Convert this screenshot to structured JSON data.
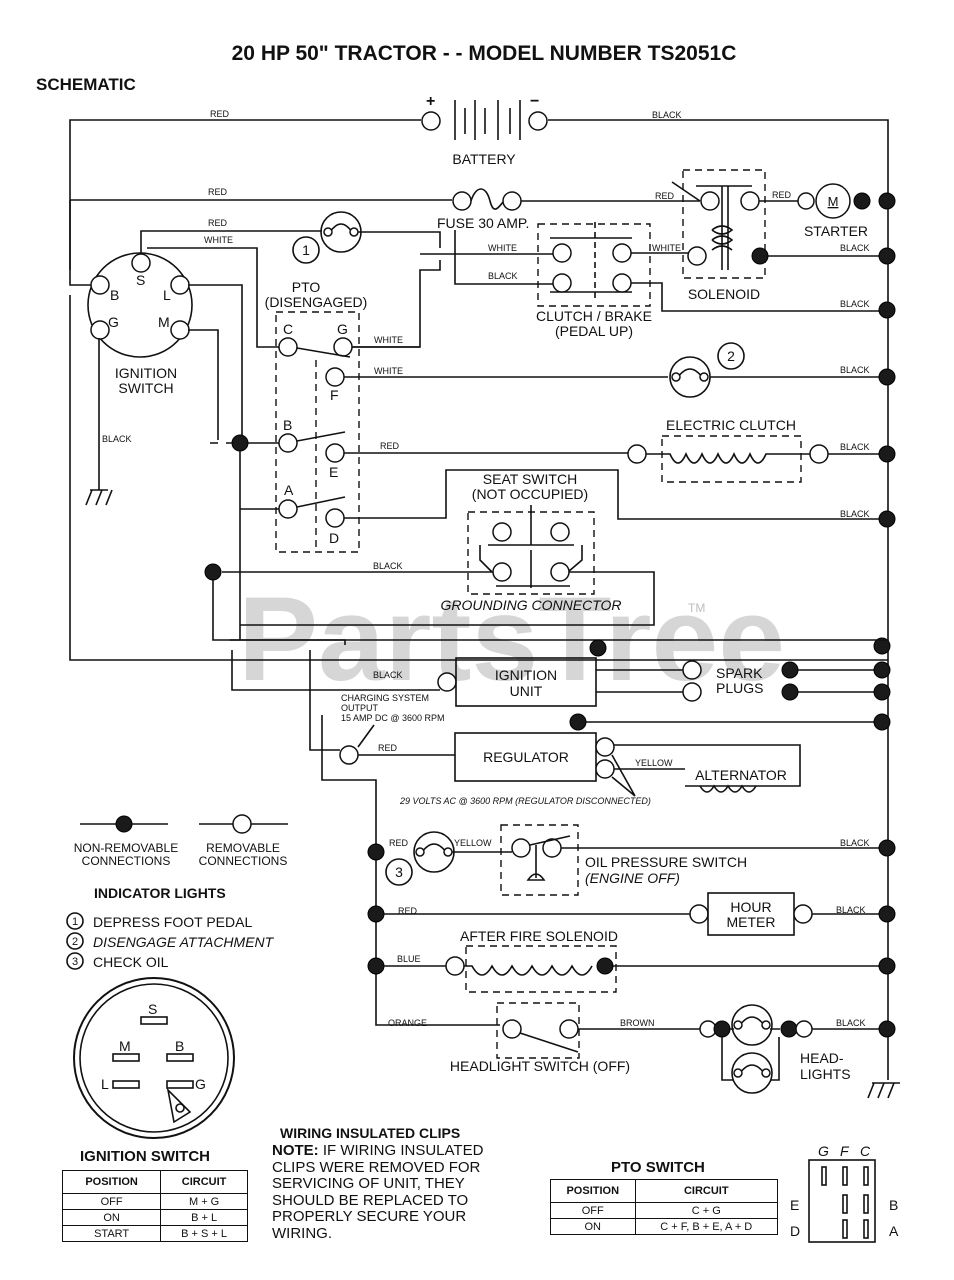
{
  "title": "20 HP 50\" TRACTOR - - MODEL NUMBER TS2051C",
  "subtitle": "SCHEMATIC",
  "watermark": "PartsTree",
  "watermark_tm": "TM",
  "battery": {
    "label": "BATTERY",
    "plus": "+",
    "minus": "−"
  },
  "wires": {
    "red": "RED",
    "black": "BLACK",
    "white": "WHITE",
    "yellow": "YELLOW",
    "blue": "BLUE",
    "orange": "ORANGE",
    "brown": "BROWN"
  },
  "components": {
    "fuse": "FUSE 30 AMP.",
    "solenoid": "SOLENOID",
    "starter": "STARTER",
    "starter_motor": "M",
    "clutch_brake": [
      "CLUTCH / BRAKE",
      "(PEDAL UP)"
    ],
    "ignition_switch": [
      "IGNITION",
      "SWITCH"
    ],
    "ignition_terminals": {
      "s": "S",
      "b": "B",
      "l": "L",
      "g": "G",
      "m": "M"
    },
    "pto": [
      "PTO",
      "(DISENGAGED)"
    ],
    "pto_terminals": {
      "c": "C",
      "g": "G",
      "f": "F",
      "b": "B",
      "e": "E",
      "a": "A",
      "d": "D"
    },
    "electric_clutch": "ELECTRIC CLUTCH",
    "seat_switch": [
      "SEAT SWITCH",
      "(NOT OCCUPIED)"
    ],
    "grounding_connector": "GROUNDING CONNECTOR",
    "ignition_unit": [
      "IGNITION",
      "UNIT"
    ],
    "spark_plugs": [
      "SPARK",
      "PLUGS"
    ],
    "charging_note": [
      "CHARGING SYSTEM",
      "OUTPUT",
      "15 AMP DC @ 3600 RPM"
    ],
    "regulator": "REGULATOR",
    "alternator": "ALTERNATOR",
    "alternator_note": "29 VOLTS AC @ 3600 RPM (REGULATOR DISCONNECTED)",
    "oil_pressure_switch": [
      "OIL PRESSURE SWITCH",
      "(ENGINE OFF)"
    ],
    "hour_meter": [
      "HOUR",
      "METER"
    ],
    "after_fire_solenoid": "AFTER FIRE SOLENOID",
    "headlight_switch": "HEADLIGHT SWITCH (OFF)",
    "headlights": [
      "HEAD-",
      "LIGHTS"
    ],
    "indicator_numbers": {
      "one": "1",
      "two": "2",
      "three": "3"
    }
  },
  "legend": {
    "non_removable": [
      "NON-REMOVABLE",
      "CONNECTIONS"
    ],
    "removable": [
      "REMOVABLE",
      "CONNECTIONS"
    ]
  },
  "indicator_lights": {
    "title": "INDICATOR LIGHTS",
    "items": [
      {
        "num": "1",
        "text": "DEPRESS FOOT PEDAL"
      },
      {
        "num": "2",
        "text": "DISENGAGE ATTACHMENT"
      },
      {
        "num": "3",
        "text": "CHECK OIL"
      }
    ]
  },
  "ignition_switch_table": {
    "title": "IGNITION SWITCH",
    "headers": [
      "POSITION",
      "CIRCUIT"
    ],
    "rows": [
      [
        "OFF",
        "M + G"
      ],
      [
        "ON",
        "B + L"
      ],
      [
        "START",
        "B + S + L"
      ]
    ],
    "face_terminals": {
      "s": "S",
      "m": "M",
      "b": "B",
      "l": "L",
      "g": "G"
    }
  },
  "wiring_clips": {
    "title": "WIRING INSULATED CLIPS",
    "note_label": "NOTE:",
    "note_lines": [
      "IF WIRING INSULATED",
      "CLIPS WERE REMOVED FOR",
      "SERVICING OF UNIT, THEY",
      "SHOULD BE REPLACED TO",
      "PROPERLY SECURE YOUR",
      "WIRING."
    ]
  },
  "pto_switch_table": {
    "title": "PTO SWITCH",
    "headers": [
      "POSITION",
      "CIRCUIT"
    ],
    "rows": [
      [
        "OFF",
        "C + G"
      ],
      [
        "ON",
        "C + F, B + E, A + D"
      ]
    ],
    "face_labels": {
      "g": "G",
      "f": "F",
      "c": "C",
      "e": "E",
      "b": "B",
      "d": "D",
      "a": "A"
    }
  }
}
